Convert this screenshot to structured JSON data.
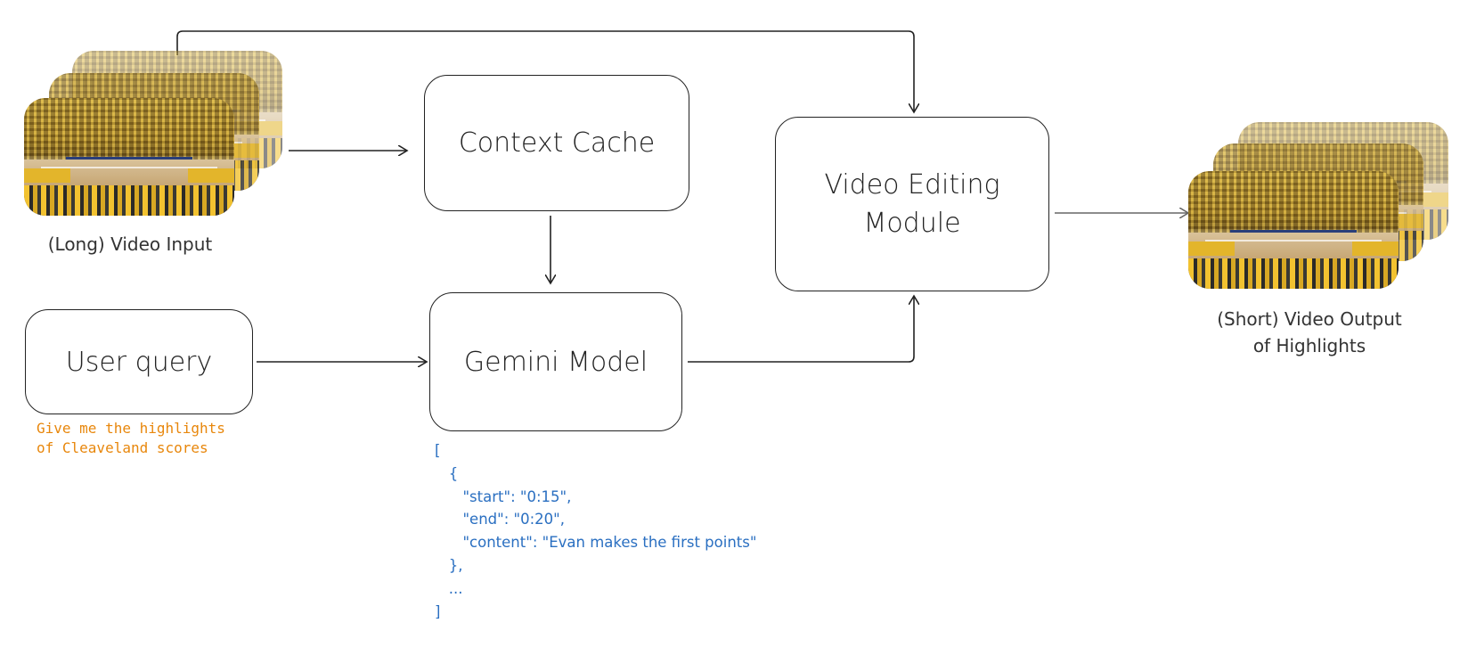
{
  "nodes": {
    "context_cache": "Context Cache",
    "gemini_model": "Gemini Model",
    "video_editing": "Video Editing\nModule",
    "user_query": "User query"
  },
  "captions": {
    "video_input": "(Long) Video Input",
    "video_output": "(Short) Video Output\nof Highlights"
  },
  "query_text": "Give me the highlights\nof Cleaveland scores",
  "model_output": "[\n   {\n      \"start\": \"0:15\",\n      \"end\": \"0:20\",\n      \"content\": \"Evan makes the first points\"\n   },\n   ...\n]",
  "colors": {
    "query_text": "#e8870c",
    "model_output": "#2a6fc1",
    "edges": "#222222"
  }
}
